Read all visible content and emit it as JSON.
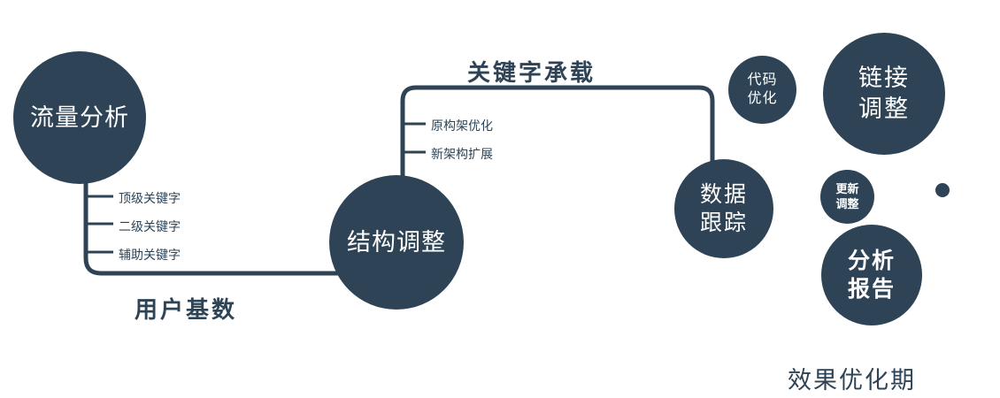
{
  "colors": {
    "primary": "#2e4456",
    "node_text": "#ffffff",
    "background": "#ffffff"
  },
  "nodes": {
    "traffic_analysis": {
      "label": "流量分析"
    },
    "structure_adjust": {
      "label": "结构调整"
    },
    "data_tracking": {
      "lines": [
        "数据",
        "跟踪"
      ]
    },
    "code_optimize": {
      "lines": [
        "代码",
        "优化"
      ]
    },
    "link_adjust": {
      "lines": [
        "链接",
        "调整"
      ]
    },
    "update_adjust": {
      "lines": [
        "更新",
        "调整"
      ]
    },
    "analysis_report": {
      "lines": [
        "分析",
        "报告"
      ]
    }
  },
  "edges": {
    "user_base_label": "用户基数",
    "keyword_carry_label": "关键字承载",
    "left_branches": [
      "顶级关键字",
      "二级关键字",
      "辅助关键字"
    ],
    "mid_branches": [
      "原构架优化",
      "新架构扩展"
    ]
  },
  "captions": {
    "bottom_right": "效果优化期"
  }
}
